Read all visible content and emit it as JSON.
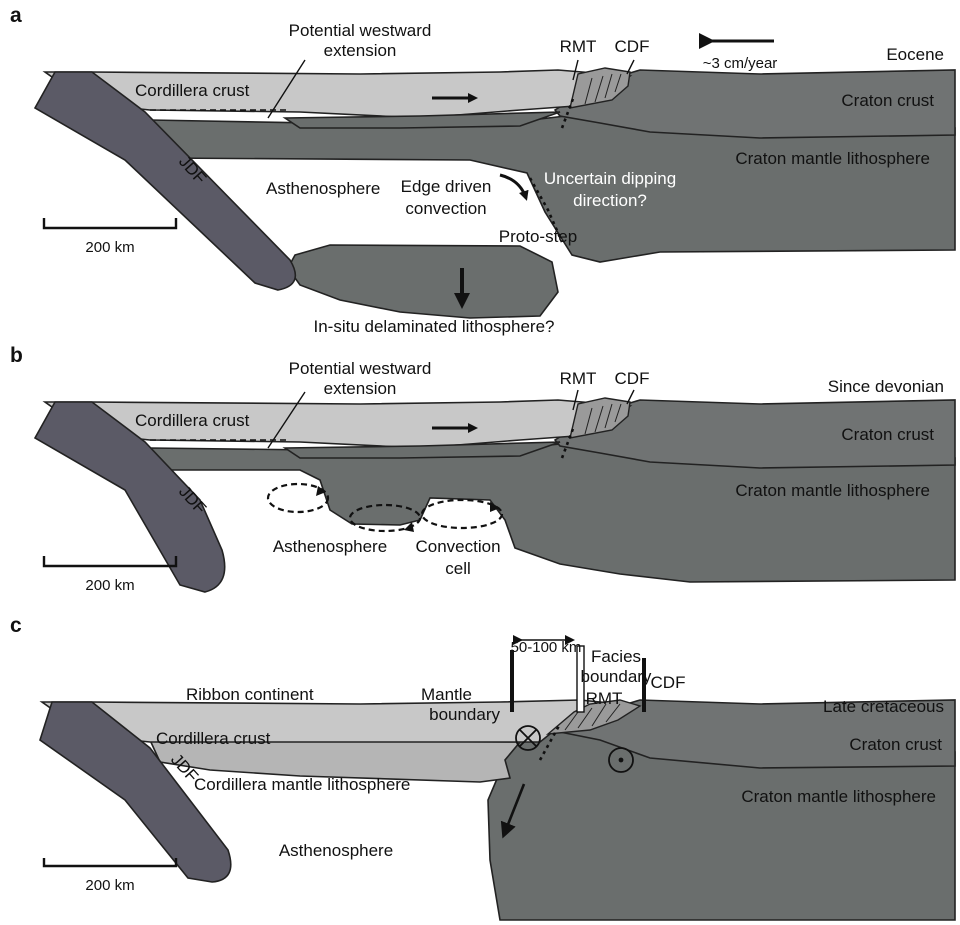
{
  "panels": {
    "a": {
      "letter": "a",
      "age": "Eocene",
      "extension": [
        "Potential westward",
        "extension"
      ],
      "rmt": "RMT",
      "cdf": "CDF",
      "rate": "~3 cm/year",
      "cordillera_crust": "Cordillera crust",
      "craton_crust": "Craton crust",
      "craton_mantle": "Craton mantle lithosphere",
      "jdf": "JDF",
      "asthenosphere": "Asthenosphere",
      "edge_convection": [
        "Edge driven",
        "convection"
      ],
      "uncertain": [
        "Uncertain dipping",
        "direction?"
      ],
      "proto_step": "Proto-step",
      "delaminated": "In-situ delaminated lithosphere?",
      "scale": "200 km"
    },
    "b": {
      "letter": "b",
      "age": "Since devonian",
      "extension": [
        "Potential westward",
        "extension"
      ],
      "rmt": "RMT",
      "cdf": "CDF",
      "cordillera_crust": "Cordillera crust",
      "craton_crust": "Craton crust",
      "craton_mantle": "Craton mantle lithosphere",
      "jdf": "JDF",
      "asthenosphere": "Asthenosphere",
      "convection_cell": [
        "Convection",
        "cell"
      ],
      "scale": "200 km"
    },
    "c": {
      "letter": "c",
      "age": "Late cretaceous",
      "facies": [
        "Facies",
        "boundary"
      ],
      "distance": "50-100 km",
      "mantle_boundary": [
        "Mantle",
        "boundary"
      ],
      "rmt": "RMT",
      "cdf": "CDF",
      "ribbon": "Ribbon continent",
      "cordillera_crust": "Cordillera crust",
      "cordillera_mantle": "Cordillera mantle lithosphere",
      "craton_crust": "Craton crust",
      "craton_mantle": "Craton mantle lithosphere",
      "jdf": "JDF",
      "asthenosphere": "Asthenosphere",
      "scale": "200 km"
    }
  }
}
